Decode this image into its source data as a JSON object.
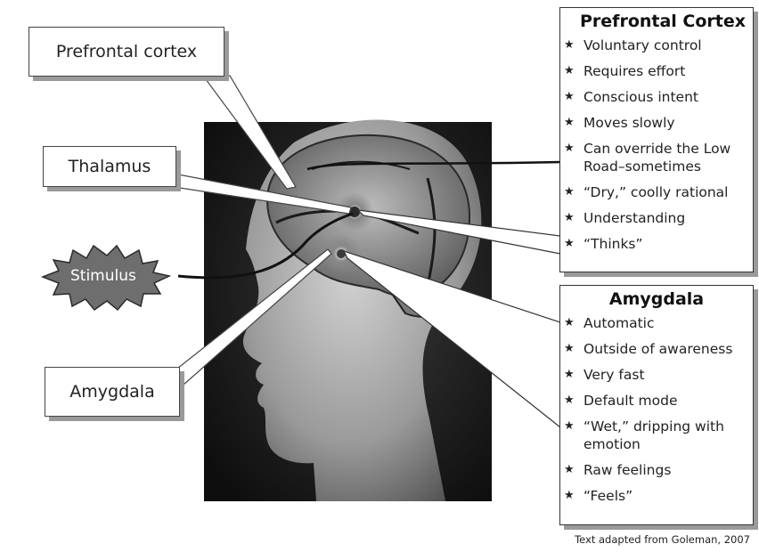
{
  "callouts": {
    "prefrontal_cortex": "Prefrontal cortex",
    "thalamus": "Thalamus",
    "stimulus": "Stimulus",
    "amygdala": "Amygdala"
  },
  "panels": {
    "prefrontal": {
      "title": "Prefrontal Cortex",
      "items": [
        "Voluntary control",
        "Requires effort",
        "Conscious intent",
        "Moves slowly",
        "Can override the Low Road–sometimes",
        "“Dry,” coolly rational",
        "Understanding",
        "“Thinks”"
      ]
    },
    "amygdala": {
      "title": "Amygdala",
      "items": [
        "Automatic",
        "Outside of awareness",
        "Very fast",
        "Default mode",
        "“Wet,” dripping with emotion",
        "Raw feelings",
        "“Feels”"
      ]
    }
  },
  "caption": "Text adapted from Goleman, 2007",
  "icons": {
    "bullet": "star-icon",
    "brain_image": "head-profile-illustration"
  },
  "colors": {
    "image_dark": "#1c1c1c",
    "stimulus_fill": "#6e6e6e"
  }
}
